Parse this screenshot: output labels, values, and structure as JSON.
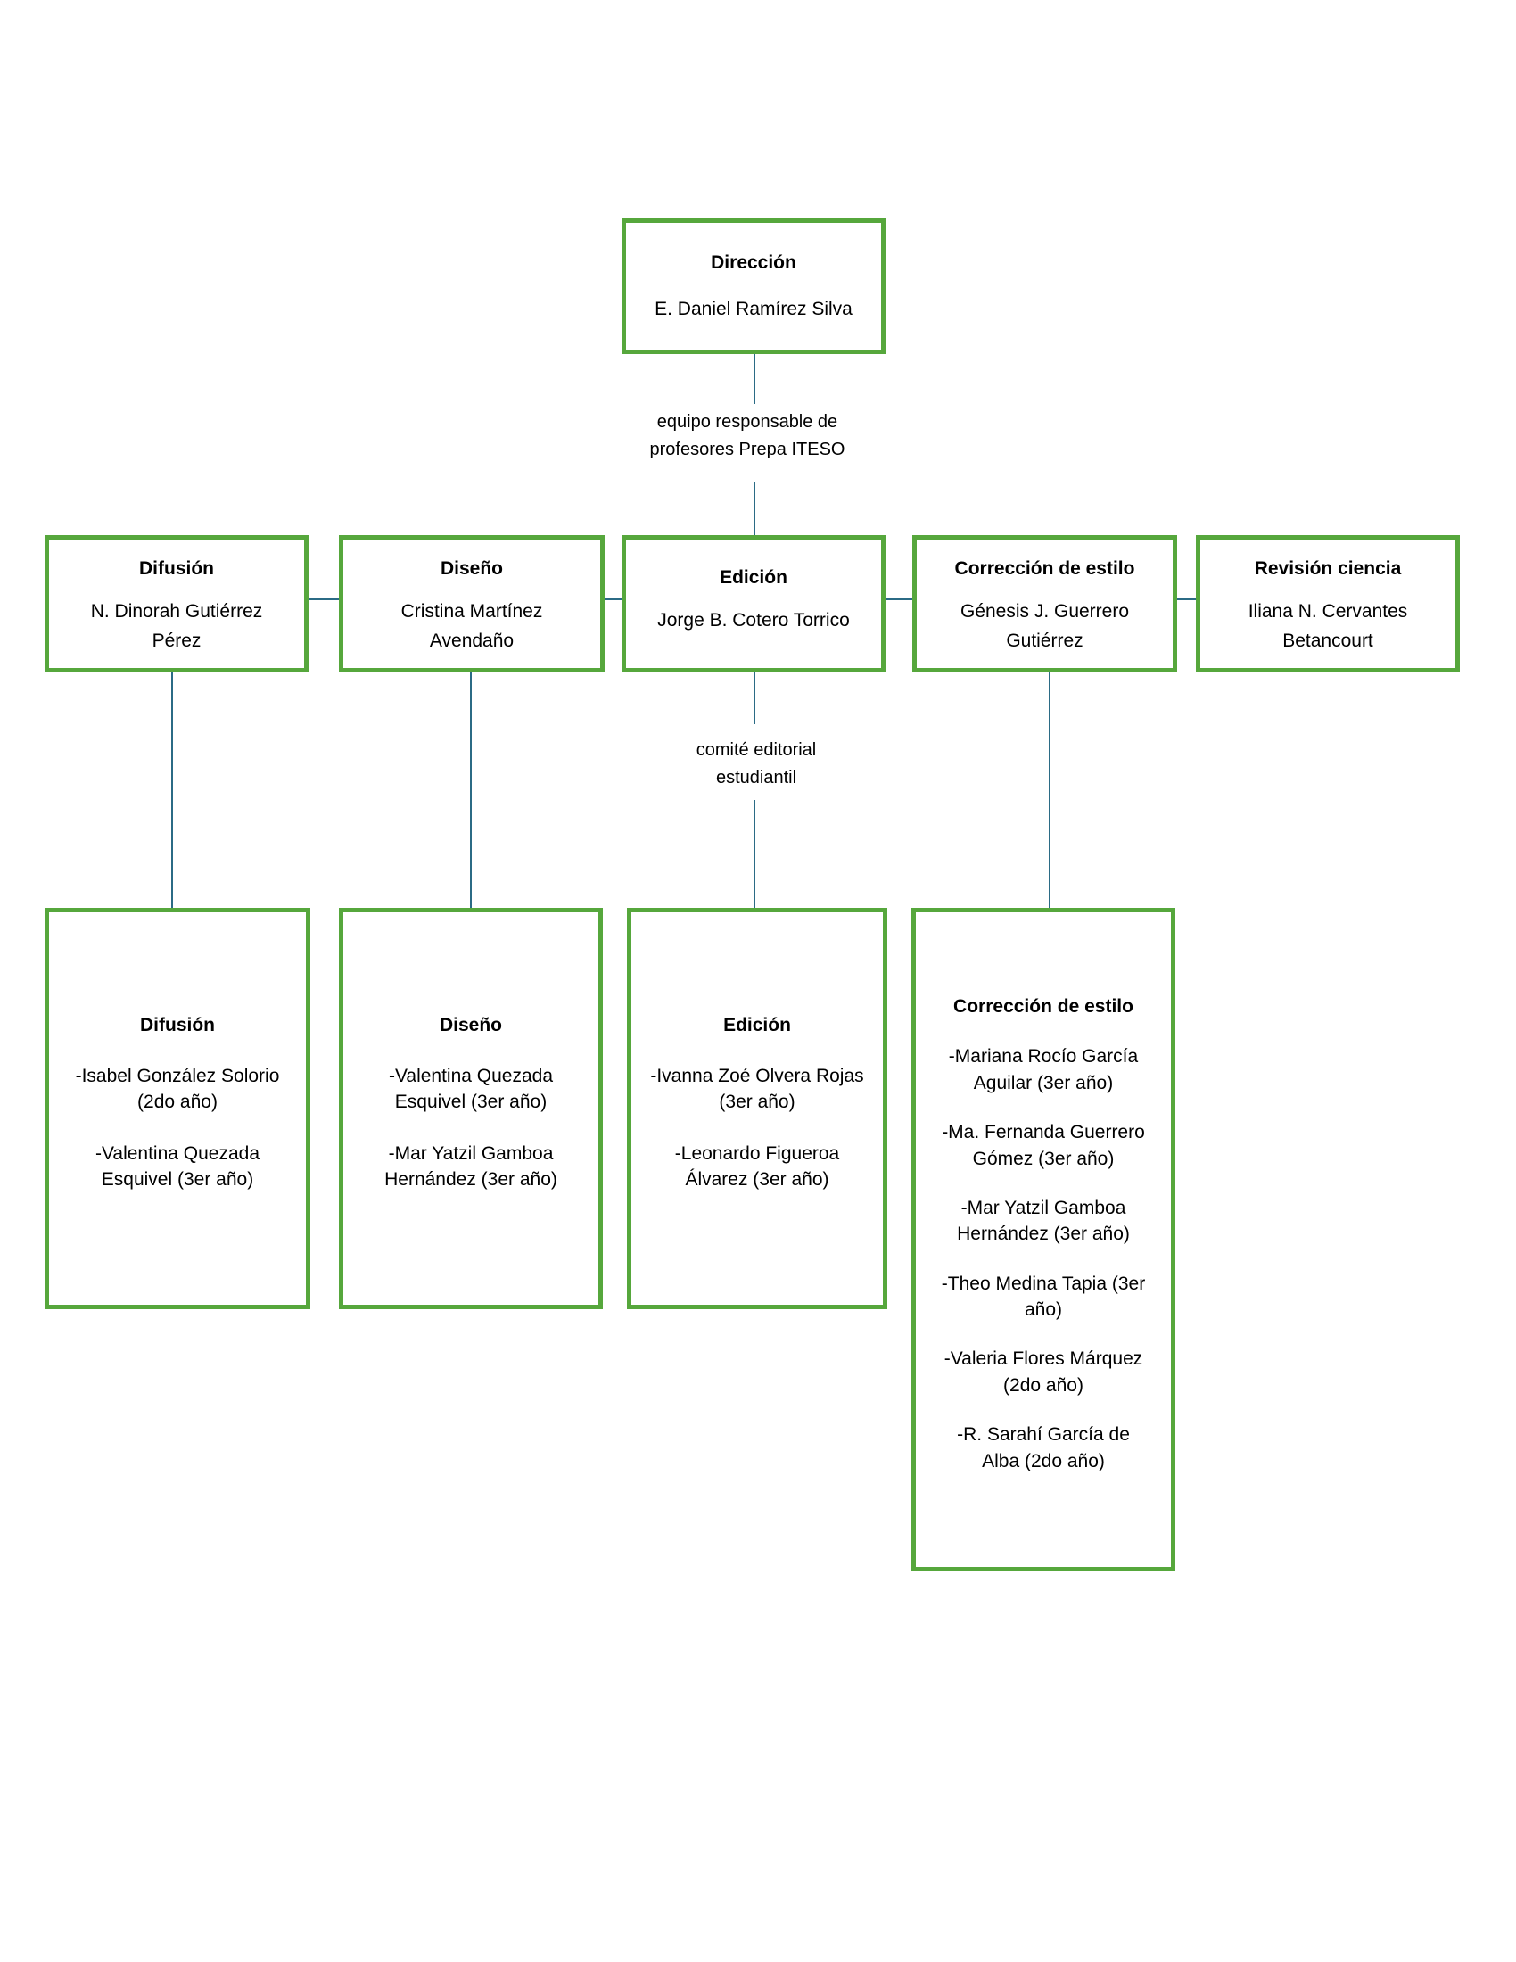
{
  "diagram": {
    "accent_green": "#56a73c",
    "connector_color": "#2b6b85",
    "root": {
      "title": "Dirección",
      "name": "E. Daniel Ramírez Silva"
    },
    "labels": {
      "teachers_team": [
        "equipo responsable de",
        "profesores Prepa ITESO"
      ],
      "student_committee": [
        "comité editorial",
        "estudiantil"
      ]
    },
    "teachers": [
      {
        "title": "Difusión",
        "name": "N. Dinorah Gutiérrez Pérez"
      },
      {
        "title": "Diseño",
        "name": "Cristina Martínez Avendaño"
      },
      {
        "title": "Edición",
        "name": "Jorge B. Cotero Torrico"
      },
      {
        "title": "Corrección de estilo",
        "name": "Génesis J. Guerrero Gutiérrez"
      },
      {
        "title": "Revisión ciencia",
        "name": "Iliana N. Cervantes Betancourt"
      }
    ],
    "students": [
      {
        "title": "Difusión",
        "members": [
          "-Isabel González Solorio (2do año)",
          "-Valentina Quezada Esquivel (3er año)"
        ]
      },
      {
        "title": "Diseño",
        "members": [
          "-Valentina Quezada Esquivel (3er año)",
          "-Mar Yatzil Gamboa Hernández (3er año)"
        ]
      },
      {
        "title": "Edición",
        "members": [
          "-Ivanna Zoé Olvera Rojas (3er año)",
          "-Leonardo Figueroa Álvarez (3er año)"
        ]
      },
      {
        "title": "Corrección de estilo",
        "members": [
          "-Mariana Rocío García Aguilar (3er año)",
          "-Ma. Fernanda Guerrero Gómez (3er año)",
          "-Mar Yatzil Gamboa Hernández (3er año)",
          "-Theo Medina Tapia (3er año)",
          "-Valeria Flores Márquez (2do año)",
          "-R. Sarahí García de Alba (2do año)"
        ]
      }
    ]
  }
}
